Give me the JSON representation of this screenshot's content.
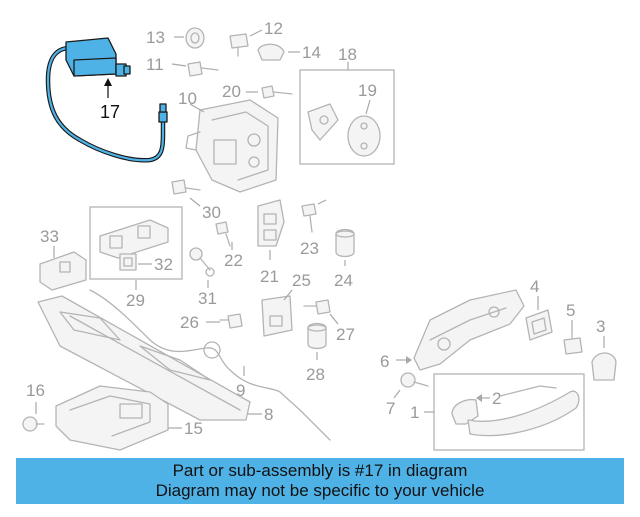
{
  "colors": {
    "highlight": "#4fb2e6",
    "banner_bg": "#4fb2e6",
    "parts": "#b4b4b4",
    "labels": "#9a9a9a"
  },
  "highlighted_part": "17",
  "callouts": [
    "13",
    "12",
    "11",
    "14",
    "18",
    "20",
    "19",
    "10",
    "17",
    "30",
    "33",
    "22",
    "23",
    "32",
    "24",
    "21",
    "29",
    "31",
    "25",
    "26",
    "27",
    "28",
    "4",
    "5",
    "3",
    "6",
    "9",
    "8",
    "16",
    "2",
    "7",
    "1",
    "15"
  ],
  "banner": {
    "line1": "Part or sub-assembly is #17 in diagram",
    "line2": "Diagram may not be specific to your vehicle"
  }
}
